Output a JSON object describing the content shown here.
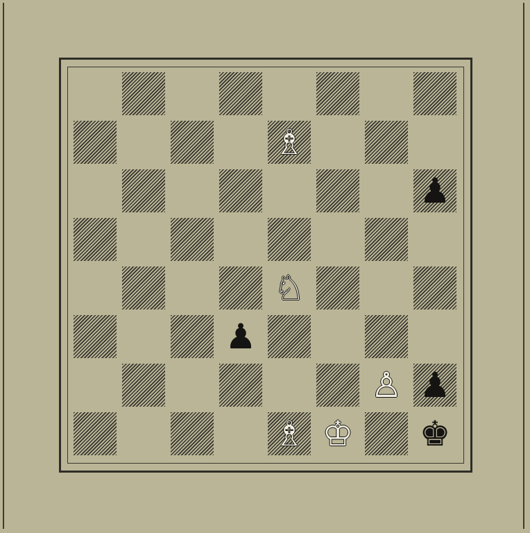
{
  "board": {
    "ranks": [
      [
        "",
        "",
        "",
        "",
        "",
        "",
        "",
        ""
      ],
      [
        "",
        "",
        "",
        "",
        "wB",
        "",
        "",
        ""
      ],
      [
        "",
        "",
        "",
        "",
        "",
        "",
        "",
        "bP"
      ],
      [
        "",
        "",
        "",
        "",
        "",
        "",
        "",
        ""
      ],
      [
        "",
        "",
        "",
        "",
        "wN",
        "",
        "",
        ""
      ],
      [
        "",
        "",
        "",
        "bP",
        "",
        "",
        "",
        ""
      ],
      [
        "",
        "",
        "",
        "",
        "",
        "",
        "wP",
        "bP"
      ],
      [
        "",
        "",
        "",
        "",
        "wB",
        "wK",
        "",
        "bK"
      ]
    ],
    "glyphs": {
      "wK": "♔",
      "wQ": "♕",
      "wR": "♖",
      "wB": "♗",
      "wN": "♘",
      "wP": "♙",
      "bK": "♚",
      "bQ": "♛",
      "bR": "♜",
      "bB": "♝",
      "bN": "♞",
      "bP": "♟"
    },
    "piece_names": {
      "wK": "white-king",
      "wQ": "white-queen",
      "wR": "white-rook",
      "wB": "white-bishop",
      "wN": "white-knight",
      "wP": "white-pawn",
      "bK": "black-king",
      "bQ": "black-queen",
      "bR": "black-rook",
      "bB": "black-bishop",
      "bN": "black-knight",
      "bP": "black-pawn"
    },
    "colors": {
      "background": "#b9b596",
      "hatch": "#34322c",
      "frame": "#2f2d28"
    }
  }
}
